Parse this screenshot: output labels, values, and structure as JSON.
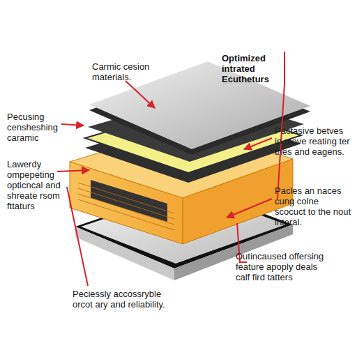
{
  "diagram": {
    "title": "Optimized intrated Ecutheturs",
    "labels": [
      "Carmic cesion materials.",
      "Pecusing censheshing caramic",
      "Lawerdy ompepeting opticncal and shreate rsom fttaturs",
      "Pactasive betves in move reating ter tnes and eagens.",
      "Pacles an naces cung colne scocuct to the nout interal.",
      "Outincaused offersing feature apoply deals calf fird tatters",
      "Peciessly accossryble orcot ary and reliability."
    ]
  }
}
